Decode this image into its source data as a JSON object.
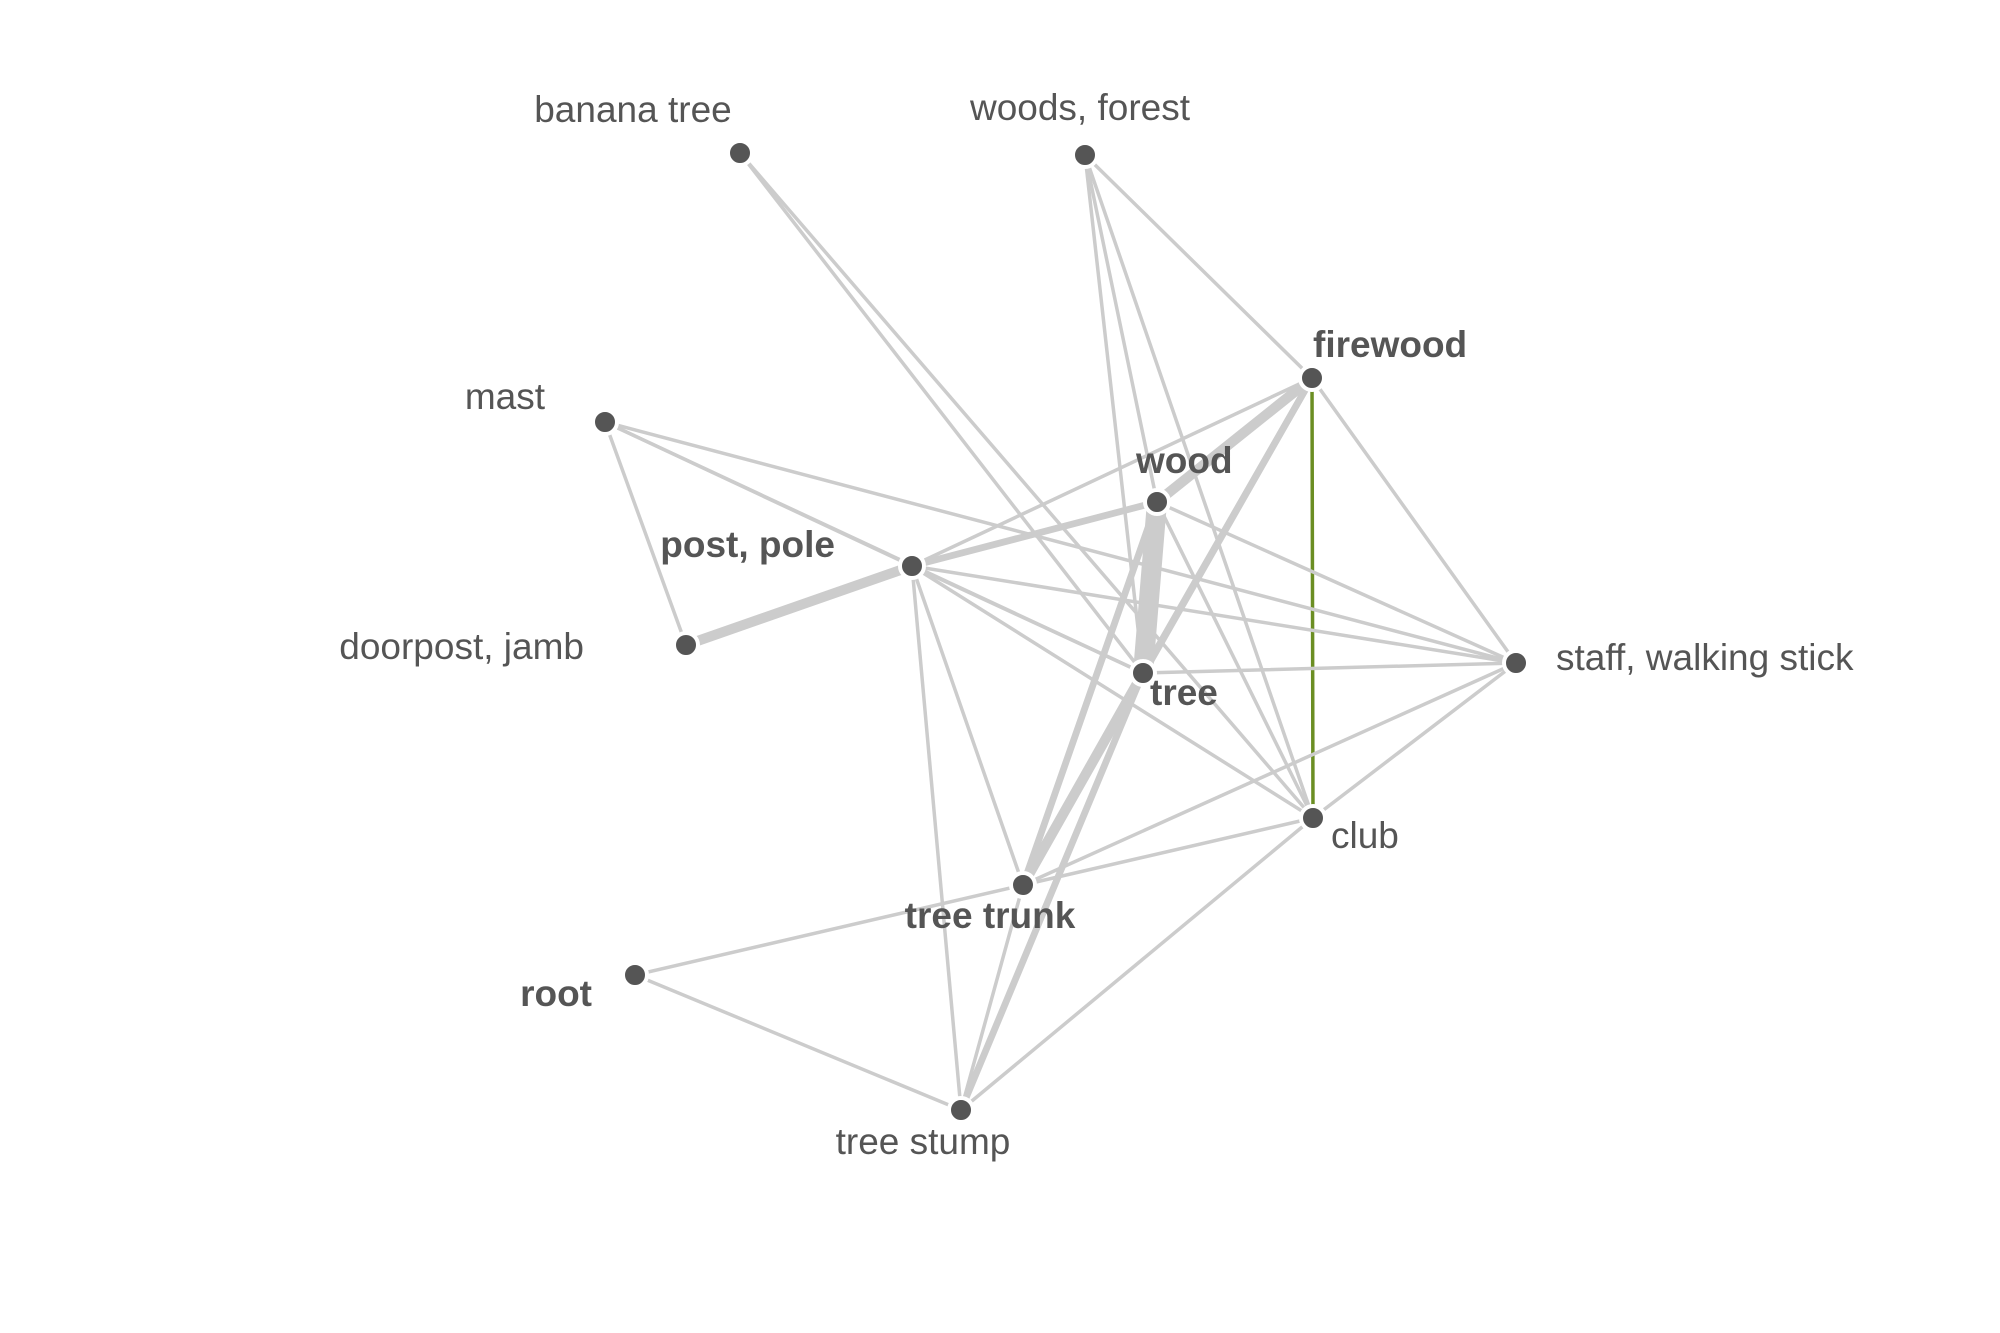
{
  "colors": {
    "background": "#ffffff",
    "node": "#555555",
    "edge": "#cccccc",
    "highlight_edge": "#6b8e23",
    "label": "#555555"
  },
  "nodes": [
    {
      "id": "banana_tree",
      "label": "banana tree",
      "bold": false
    },
    {
      "id": "woods_forest",
      "label": "woods, forest",
      "bold": false
    },
    {
      "id": "firewood",
      "label": "firewood",
      "bold": true
    },
    {
      "id": "mast",
      "label": "mast",
      "bold": false
    },
    {
      "id": "wood",
      "label": "wood",
      "bold": true
    },
    {
      "id": "post_pole",
      "label": "post, pole",
      "bold": true
    },
    {
      "id": "doorpost_jamb",
      "label": "doorpost, jamb",
      "bold": false
    },
    {
      "id": "tree",
      "label": "tree",
      "bold": true
    },
    {
      "id": "staff",
      "label": "staff, walking stick",
      "bold": false
    },
    {
      "id": "club",
      "label": "club",
      "bold": false
    },
    {
      "id": "tree_trunk",
      "label": "tree trunk",
      "bold": true
    },
    {
      "id": "root",
      "label": "root",
      "bold": true
    },
    {
      "id": "tree_stump",
      "label": "tree stump",
      "bold": false
    }
  ],
  "edges": [
    {
      "source": "wood",
      "target": "tree",
      "weight": 6
    },
    {
      "source": "post_pole",
      "target": "doorpost_jamb",
      "weight": 3
    },
    {
      "source": "firewood",
      "target": "wood",
      "weight": 3
    },
    {
      "source": "tree",
      "target": "tree_trunk",
      "weight": 3
    },
    {
      "source": "tree",
      "target": "tree_stump",
      "weight": 2
    },
    {
      "source": "firewood",
      "target": "tree",
      "weight": 2
    },
    {
      "source": "firewood",
      "target": "tree_trunk",
      "weight": 2
    },
    {
      "source": "wood",
      "target": "tree_trunk",
      "weight": 2
    },
    {
      "source": "post_pole",
      "target": "wood",
      "weight": 2
    },
    {
      "source": "firewood",
      "target": "club",
      "weight": 1,
      "highlight": true
    },
    {
      "source": "banana_tree",
      "target": "tree",
      "weight": 1
    },
    {
      "source": "banana_tree",
      "target": "club",
      "weight": 1
    },
    {
      "source": "woods_forest",
      "target": "firewood",
      "weight": 1
    },
    {
      "source": "woods_forest",
      "target": "tree",
      "weight": 1
    },
    {
      "source": "woods_forest",
      "target": "wood",
      "weight": 1
    },
    {
      "source": "woods_forest",
      "target": "club",
      "weight": 1
    },
    {
      "source": "firewood",
      "target": "post_pole",
      "weight": 1
    },
    {
      "source": "firewood",
      "target": "staff",
      "weight": 1
    },
    {
      "source": "mast",
      "target": "post_pole",
      "weight": 1
    },
    {
      "source": "mast",
      "target": "doorpost_jamb",
      "weight": 1
    },
    {
      "source": "mast",
      "target": "staff",
      "weight": 1
    },
    {
      "source": "mast",
      "target": "tree",
      "weight": 1
    },
    {
      "source": "post_pole",
      "target": "tree",
      "weight": 1
    },
    {
      "source": "post_pole",
      "target": "staff",
      "weight": 1
    },
    {
      "source": "post_pole",
      "target": "club",
      "weight": 1
    },
    {
      "source": "post_pole",
      "target": "tree_trunk",
      "weight": 1
    },
    {
      "source": "post_pole",
      "target": "tree_stump",
      "weight": 1
    },
    {
      "source": "wood",
      "target": "staff",
      "weight": 1
    },
    {
      "source": "wood",
      "target": "club",
      "weight": 1
    },
    {
      "source": "tree",
      "target": "staff",
      "weight": 1
    },
    {
      "source": "staff",
      "target": "club",
      "weight": 1
    },
    {
      "source": "staff",
      "target": "tree_trunk",
      "weight": 1
    },
    {
      "source": "club",
      "target": "tree_trunk",
      "weight": 1
    },
    {
      "source": "club",
      "target": "tree_stump",
      "weight": 1
    },
    {
      "source": "tree_trunk",
      "target": "root",
      "weight": 1
    },
    {
      "source": "root",
      "target": "tree_stump",
      "weight": 1
    },
    {
      "source": "tree_trunk",
      "target": "tree_stump",
      "weight": 1
    }
  ]
}
